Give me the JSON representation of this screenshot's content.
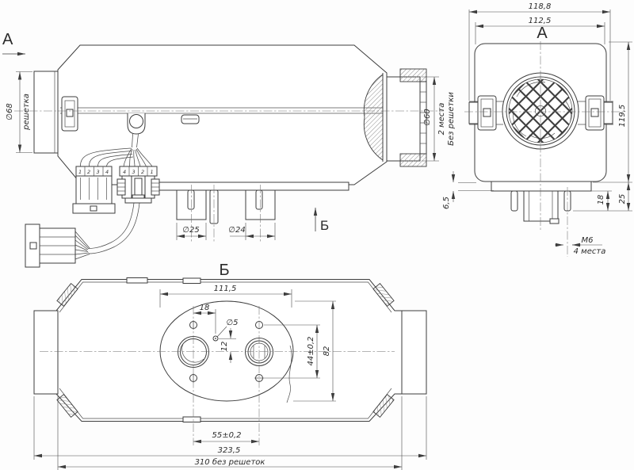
{
  "views": {
    "side": {
      "view_arrow_a": "А",
      "view_arrow_b": "Б",
      "dim_grille_dia": "∅68",
      "dim_grille_note": "решетка",
      "dim_outlet_dia": "∅60",
      "dim_outlet_places": "2 места",
      "dim_outlet_note": "Без решетки",
      "dim_intake_dia": "∅25",
      "dim_exhaust_dia": "∅24",
      "connector_left_pins": [
        "1",
        "2",
        "3",
        "4"
      ],
      "connector_right_pins": [
        "4",
        "3",
        "2",
        "1"
      ]
    },
    "front": {
      "title": "А",
      "dim_width_overall": "118,8",
      "dim_width_body": "112,5",
      "dim_height": "119,5",
      "dim_stud_overall": "25",
      "dim_stud_protrusion": "18",
      "dim_flange_offset": "6,5",
      "dim_stud_thread": "М6",
      "dim_stud_places": "4 места"
    },
    "bottom": {
      "title": "Б",
      "dim_flange_width": "111,5",
      "dim_hole_offset": "18",
      "dim_pin_hole_dia": "∅5",
      "dim_pin_offset": "12",
      "dim_hole_spacing": "44±0,2",
      "dim_flange_length": "82",
      "dim_port_spacing": "55±0,2",
      "dim_overall_length": "323,5",
      "dim_length_no_grilles": "310 без решеток"
    }
  }
}
